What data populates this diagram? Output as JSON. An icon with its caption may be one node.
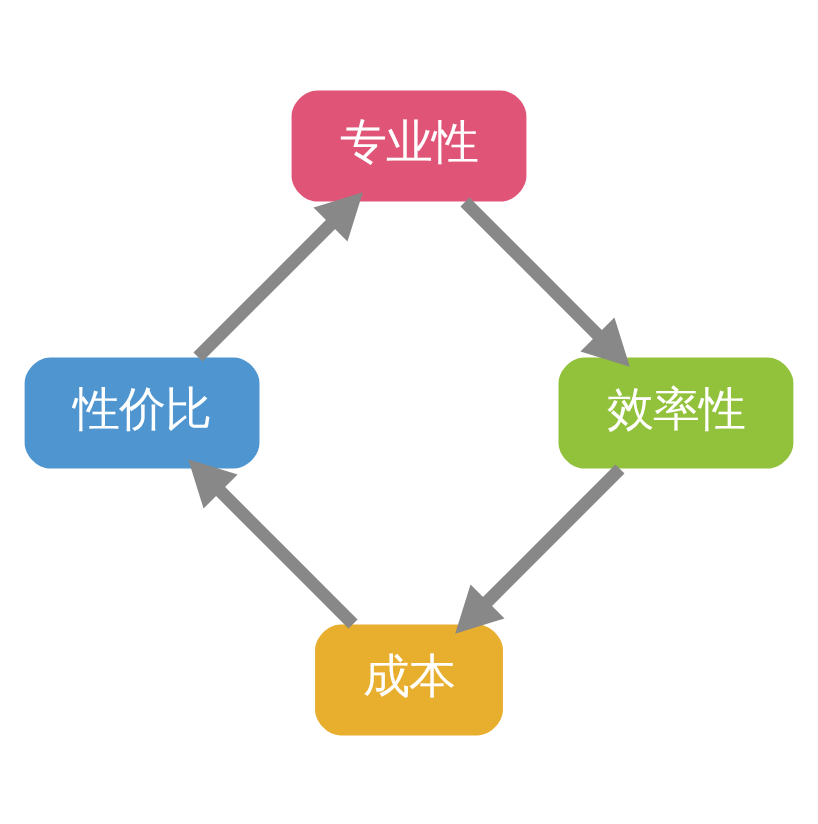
{
  "diagram": {
    "nodes": [
      {
        "text": [
          "成本"
        ]
      },
      {
        "text": [
          "性价比"
        ]
      },
      {
        "text": [
          "专业性"
        ]
      },
      {
        "text": [
          "效率性"
        ]
      }
    ],
    "edges": [
      {
        "from": 0,
        "to": 1,
        "arrow": "to"
      },
      {
        "from": 1,
        "to": 2,
        "arrow": "to"
      },
      {
        "from": 2,
        "to": 3,
        "arrow": "to"
      },
      {
        "from": 3,
        "to": 0,
        "arrow": "to"
      }
    ]
  }
}
